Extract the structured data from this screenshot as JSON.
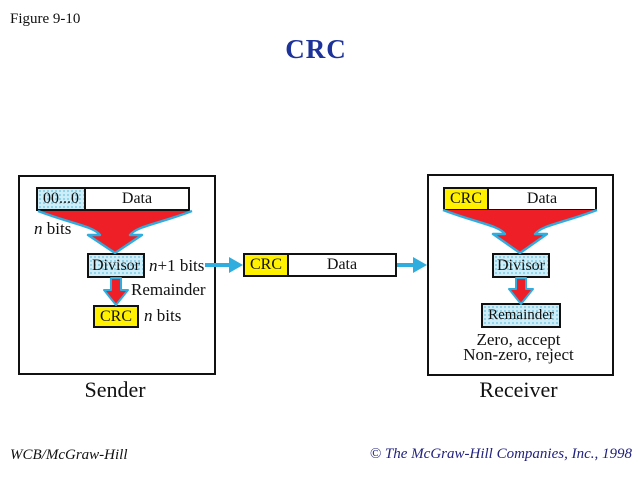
{
  "figure_label": "Figure 9-10",
  "title": "CRC",
  "colors": {
    "title_blue": "#1e3399",
    "arrow_cyan": "#2fadde",
    "arrow_red": "#ee1f26",
    "box_yellow": "#fff100",
    "box_lightblue": "#cdeef8",
    "border_black": "#111111"
  },
  "sender": {
    "pad_cell": "00...0",
    "data_cell": "Data",
    "n_bits": {
      "var": "n",
      "rest": " bits"
    },
    "divisor": "Divisor",
    "n_plus_bits": {
      "var": "n",
      "rest": "+1 bits"
    },
    "remainder": "Remainder",
    "crc": "CRC",
    "n_bits_2": {
      "var": "n",
      "rest": " bits"
    },
    "label": "Sender"
  },
  "frame": {
    "crc": "CRC",
    "data": "Data"
  },
  "receiver": {
    "crc_cell": "CRC",
    "data_cell": "Data",
    "divisor": "Divisor",
    "remainder": "Remainder",
    "zero_accept": "Zero, accept",
    "nonzero_reject": "Non-zero, reject",
    "label": "Receiver"
  },
  "footer": {
    "left": "WCB/McGraw-Hill",
    "right": "© The McGraw-Hill Companies, Inc., 1998"
  }
}
